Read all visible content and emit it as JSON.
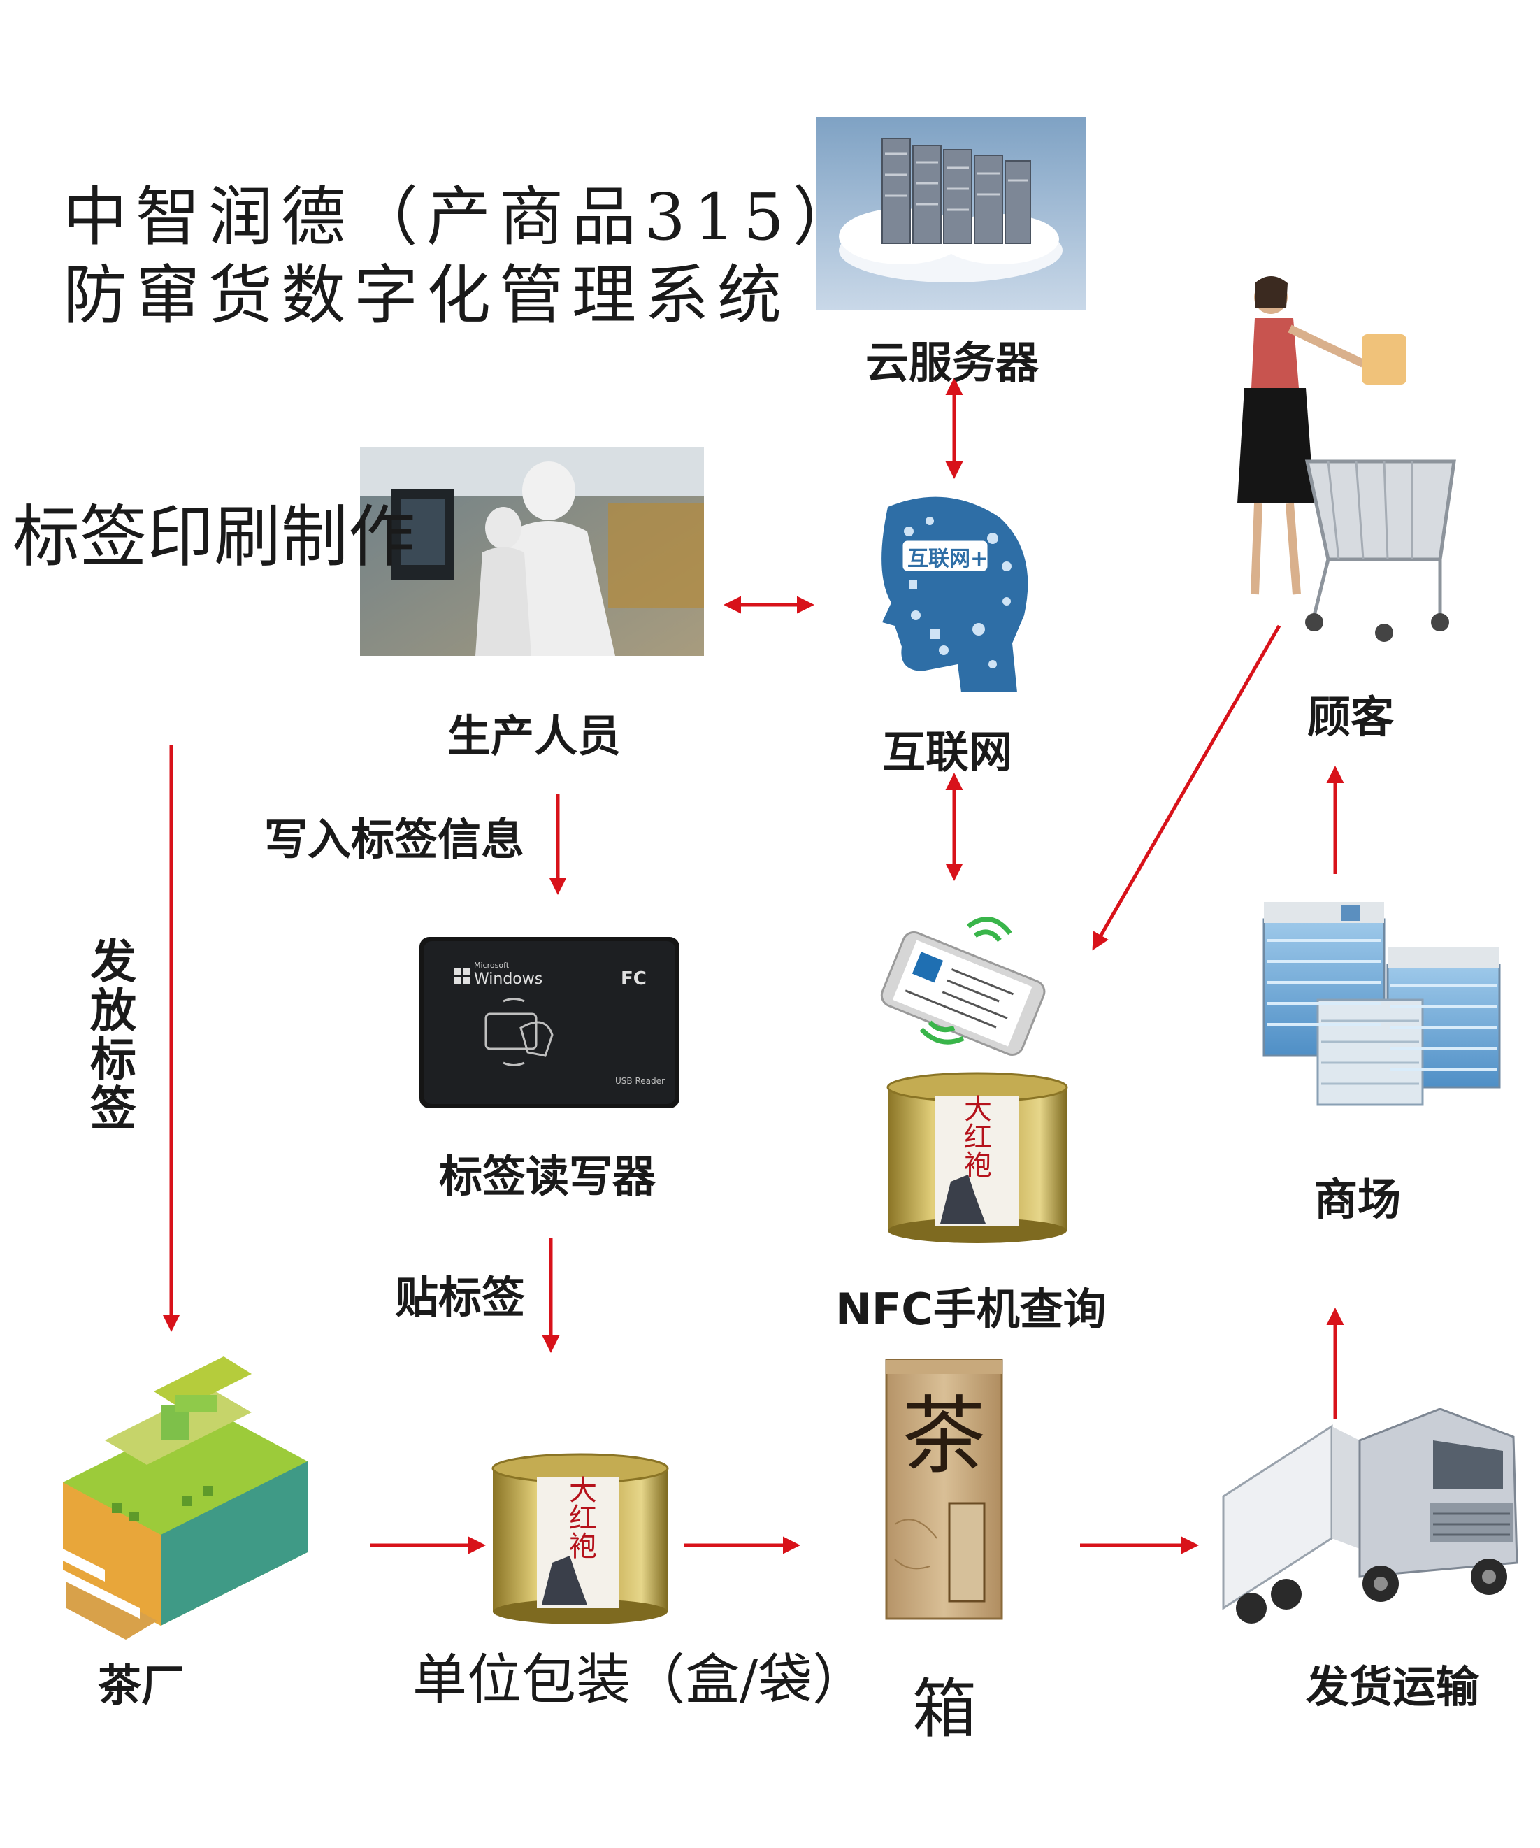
{
  "title": {
    "line1": "中智润德（产商品315）",
    "line2": "防窜货数字化管理系统"
  },
  "labels": {
    "label_printing": "标签印刷制作",
    "cloud_server": "云服务器",
    "production_staff": "生产人员",
    "internet": "互联网",
    "internet_badge": "互联网+",
    "customer": "顾客",
    "write_tag_info": "写入标签信息",
    "issue_labels": "发放标签",
    "tag_reader_writer": "标签读写器",
    "apply_tag": "贴标签",
    "nfc_query": "NFC手机查询",
    "mall": "商场",
    "tea_factory": "茶厂",
    "unit_package": "单位包装（盒/袋）",
    "box": "箱",
    "shipping": "发货运输"
  },
  "product_marks": {
    "reader_brand": "Windows",
    "reader_brand_small": "Microsoft",
    "reader_fc": "FC",
    "reader_usb": "USB Reader",
    "tea_can_text": "大红袍",
    "tea_box_text": "茶"
  },
  "colors": {
    "arrow": "#d8121a",
    "text": "#1a1a1a"
  }
}
